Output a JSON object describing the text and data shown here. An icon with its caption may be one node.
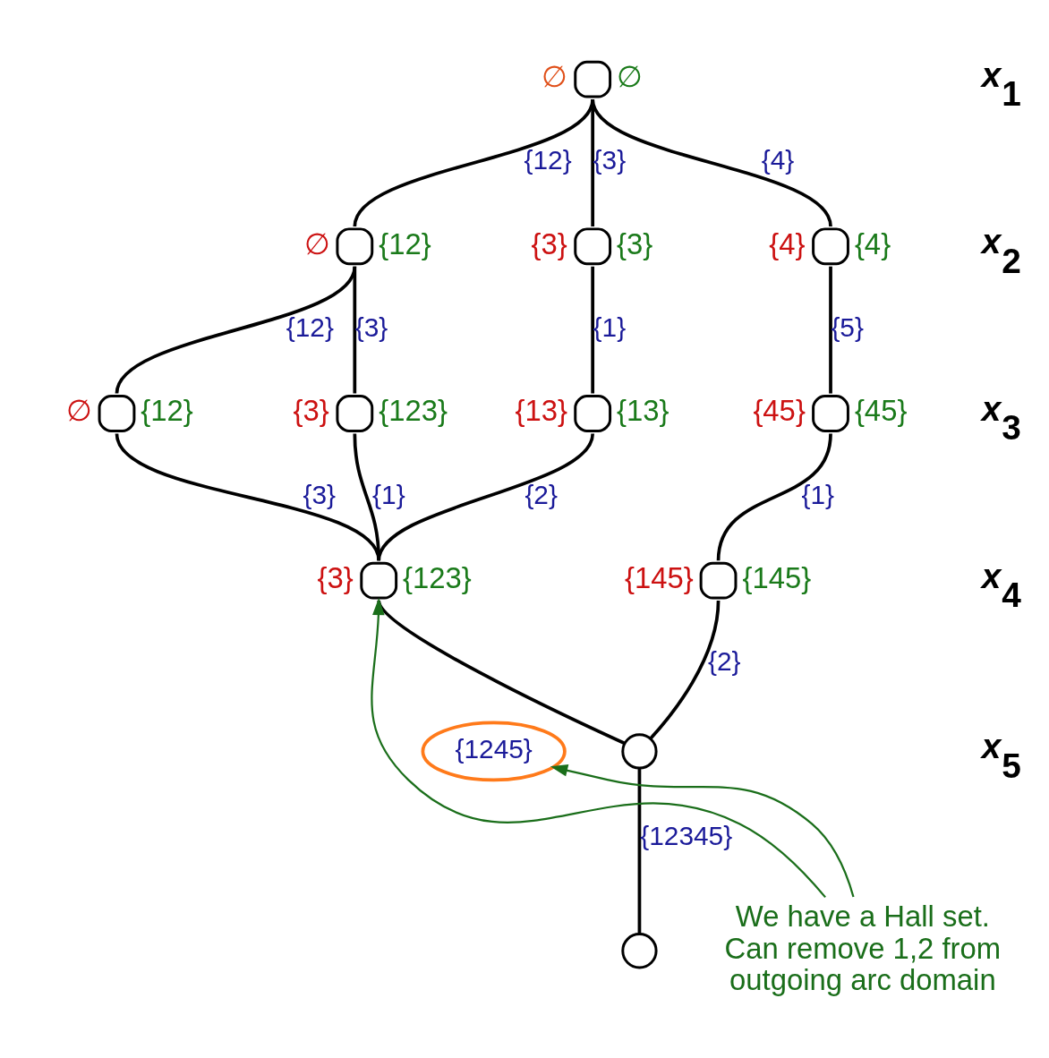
{
  "diagram": {
    "nodes": [
      {
        "text": [],
        "shape": "circle",
        "beside": [
          "∅",
          "∅"
        ]
      },
      {
        "text": [],
        "shape": "circle",
        "beside": [
          "∅",
          "{12}"
        ]
      },
      {
        "text": [],
        "shape": "circle",
        "beside": [
          "{3}",
          "{3}"
        ]
      },
      {
        "text": [],
        "shape": "circle",
        "beside": [
          "{4}",
          "{4}"
        ]
      },
      {
        "text": [],
        "shape": "circle",
        "beside": [
          "∅",
          "{12}"
        ]
      },
      {
        "text": [],
        "shape": "circle",
        "beside": [
          "{3}",
          "{123}"
        ]
      },
      {
        "text": [],
        "shape": "circle",
        "beside": [
          "{13}",
          "{13}"
        ]
      },
      {
        "text": [],
        "shape": "circle",
        "beside": [
          "{45}",
          "{45}"
        ]
      },
      {
        "text": [],
        "shape": "circle",
        "beside": [
          "{3}",
          "{123}"
        ]
      },
      {
        "text": [],
        "shape": "circle",
        "beside": [
          "{145}",
          "{145}"
        ]
      },
      {
        "text": [],
        "shape": "circle"
      },
      {
        "text": [],
        "shape": "circle"
      },
      {
        "text": [
          "{1245}"
        ]
      },
      {
        "text": [
          "We have a Hall set. Can remove 1,2 from outgoing arc domain"
        ]
      }
    ],
    "edges": [
      {
        "from": 0,
        "to": 1,
        "arrow": "none",
        "label": "{12}"
      },
      {
        "from": 0,
        "to": 2,
        "arrow": "none",
        "label": "{3}"
      },
      {
        "from": 0,
        "to": 3,
        "arrow": "none",
        "label": "{4}"
      },
      {
        "from": 1,
        "to": 4,
        "arrow": "none",
        "label": "{12}"
      },
      {
        "from": 1,
        "to": 5,
        "arrow": "none",
        "label": "{3}"
      },
      {
        "from": 2,
        "to": 6,
        "arrow": "none",
        "label": "{1}"
      },
      {
        "from": 3,
        "to": 7,
        "arrow": "none",
        "label": "{5}"
      },
      {
        "from": 4,
        "to": 8,
        "arrow": "none",
        "label": "{3}"
      },
      {
        "from": 5,
        "to": 8,
        "arrow": "none",
        "label": "{1}"
      },
      {
        "from": 6,
        "to": 8,
        "arrow": "none",
        "label": "{2}"
      },
      {
        "from": 7,
        "to": 9,
        "arrow": "none",
        "label": "{1}"
      },
      {
        "from": 8,
        "to": 10,
        "arrow": "none"
      },
      {
        "from": 9,
        "to": 10,
        "arrow": "none",
        "label": "{2}"
      },
      {
        "from": 10,
        "to": 11,
        "arrow": "none",
        "label": "{12345}"
      },
      {
        "from": 13,
        "to": 12,
        "arrow": "to",
        "color": "#1a6e1a"
      },
      {
        "from": 13,
        "to": 8,
        "arrow": "to",
        "color": "#1a6e1a"
      }
    ],
    "labels": [
      "*x*$_{1}$",
      "*x*$_{2}$",
      "*x*$_{3}$",
      "*x*$_{4}$",
      "*x*$_{5}$"
    ]
  }
}
